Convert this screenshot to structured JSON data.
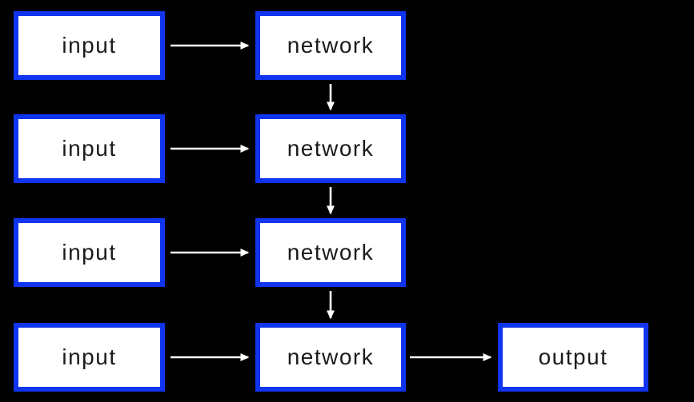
{
  "colors": {
    "background": "#000000",
    "box_border": "#1134ee",
    "box_fill": "#ffffff",
    "label_text": "#1b1b1b",
    "arrow": "#ffffff"
  },
  "nodes": {
    "inputs": [
      {
        "label": "input"
      },
      {
        "label": "input"
      },
      {
        "label": "input"
      },
      {
        "label": "input"
      }
    ],
    "networks": [
      {
        "label": "network"
      },
      {
        "label": "network"
      },
      {
        "label": "network"
      },
      {
        "label": "network"
      }
    ],
    "output": {
      "label": "output"
    }
  },
  "arrows": [
    {
      "from": "input-1",
      "to": "network-1",
      "direction": "right"
    },
    {
      "from": "input-2",
      "to": "network-2",
      "direction": "right"
    },
    {
      "from": "input-3",
      "to": "network-3",
      "direction": "right"
    },
    {
      "from": "input-4",
      "to": "network-4",
      "direction": "right"
    },
    {
      "from": "network-1",
      "to": "network-2",
      "direction": "down"
    },
    {
      "from": "network-2",
      "to": "network-3",
      "direction": "down"
    },
    {
      "from": "network-3",
      "to": "network-4",
      "direction": "down"
    },
    {
      "from": "network-4",
      "to": "output",
      "direction": "right"
    }
  ]
}
